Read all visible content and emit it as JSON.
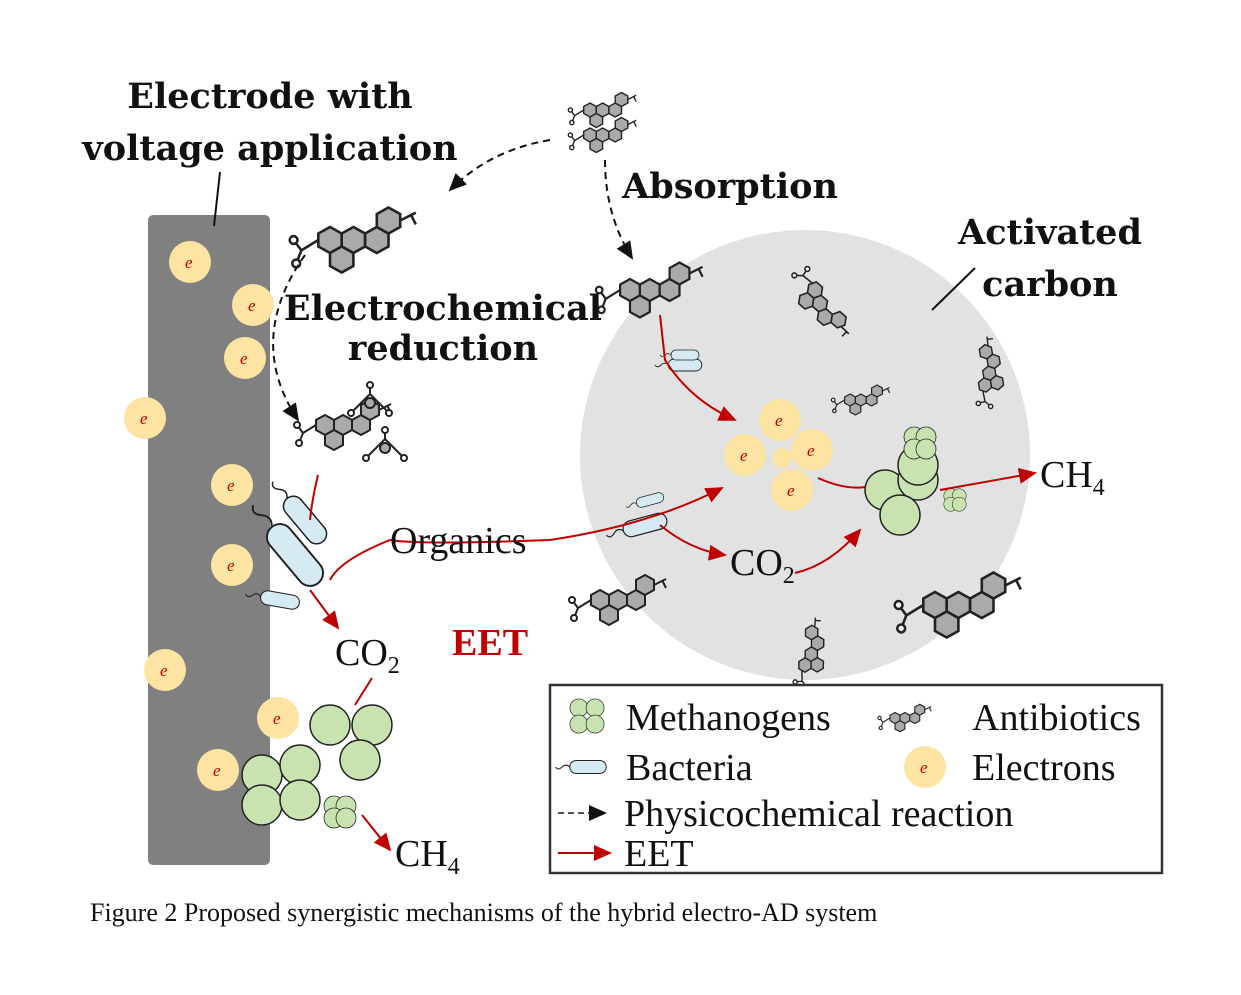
{
  "labels": {
    "electrode_line1": "Electrode with",
    "electrode_line2": "voltage application",
    "absorption": "Absorption",
    "activated_line1": "Activated",
    "activated_line2": "carbon",
    "electro_line1": "Electrochemical",
    "electro_line2": "reduction",
    "organics": "Organics",
    "co2_left": "CO",
    "co2_mid": "CO",
    "co2_sub": "2",
    "eet": "EET",
    "ch4_left": "CH",
    "ch4_right": "CH",
    "ch4_sub": "4",
    "electron": "e"
  },
  "legend": {
    "methanogens": "Methanogens",
    "antibiotics": "Antibiotics",
    "bacteria": "Bacteria",
    "electrons": "Electrons",
    "physicochemical": "Physicochemical reaction",
    "eet": "EET"
  },
  "caption": "Figure 2 Proposed synergistic mechanisms of the hybrid electro-AD system",
  "colors": {
    "electrode": "#808080",
    "electron_fill": "#fde4a2",
    "eet_red": "#c00000",
    "carbon_fill": "#e2e2e2",
    "methanogen_fill": "#c8e3b0",
    "bacteria_fill": "#d6eaf3"
  }
}
